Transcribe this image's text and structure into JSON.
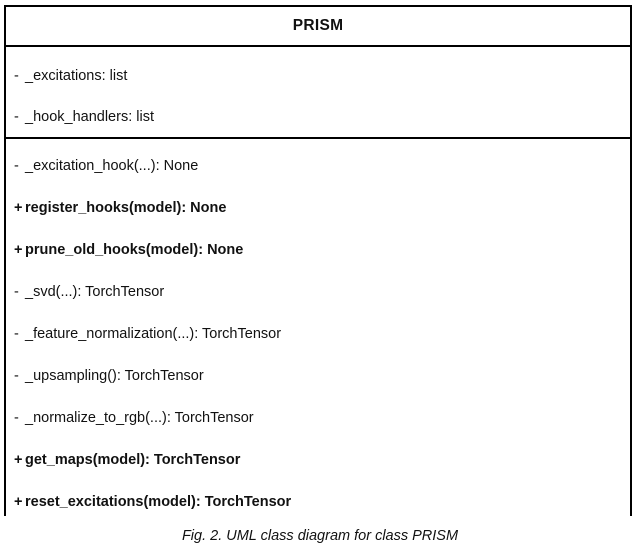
{
  "figure": {
    "caption": "Fig. 2. UML class diagram for class PRISM"
  },
  "uml_class": {
    "name": "PRISM",
    "attributes": [
      {
        "visibility": "-",
        "signature": "_excitations: list"
      },
      {
        "visibility": "-",
        "signature": "_hook_handlers: list"
      }
    ],
    "operations": [
      {
        "visibility": "-",
        "signature": "_excitation_hook(...): None"
      },
      {
        "visibility": "+",
        "signature": "register_hooks(model): None"
      },
      {
        "visibility": "+",
        "signature": "prune_old_hooks(model): None"
      },
      {
        "visibility": "-",
        "signature": "_svd(...): TorchTensor"
      },
      {
        "visibility": "-",
        "signature": "_feature_normalization(...): TorchTensor"
      },
      {
        "visibility": "-",
        "signature": "_upsampling(): TorchTensor"
      },
      {
        "visibility": "-",
        "signature": "_normalize_to_rgb(...): TorchTensor"
      },
      {
        "visibility": "+",
        "signature": "get_maps(model): TorchTensor"
      },
      {
        "visibility": "+",
        "signature": "reset_excitations(model): TorchTensor"
      }
    ]
  },
  "colors": {
    "border": "#000000",
    "background": "#ffffff",
    "text": "#111111"
  }
}
